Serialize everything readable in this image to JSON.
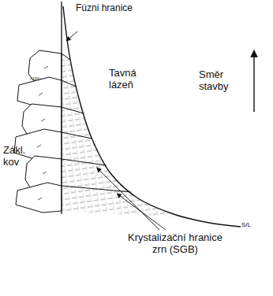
{
  "diagram": {
    "labels": [
      "Fúzni hranice",
      "Tavná lázeň",
      "Směr stavby",
      "Zákl. kov",
      "<100>",
      "Krystalizační hranice zrn (SGB)",
      "S/L"
    ]
  }
}
